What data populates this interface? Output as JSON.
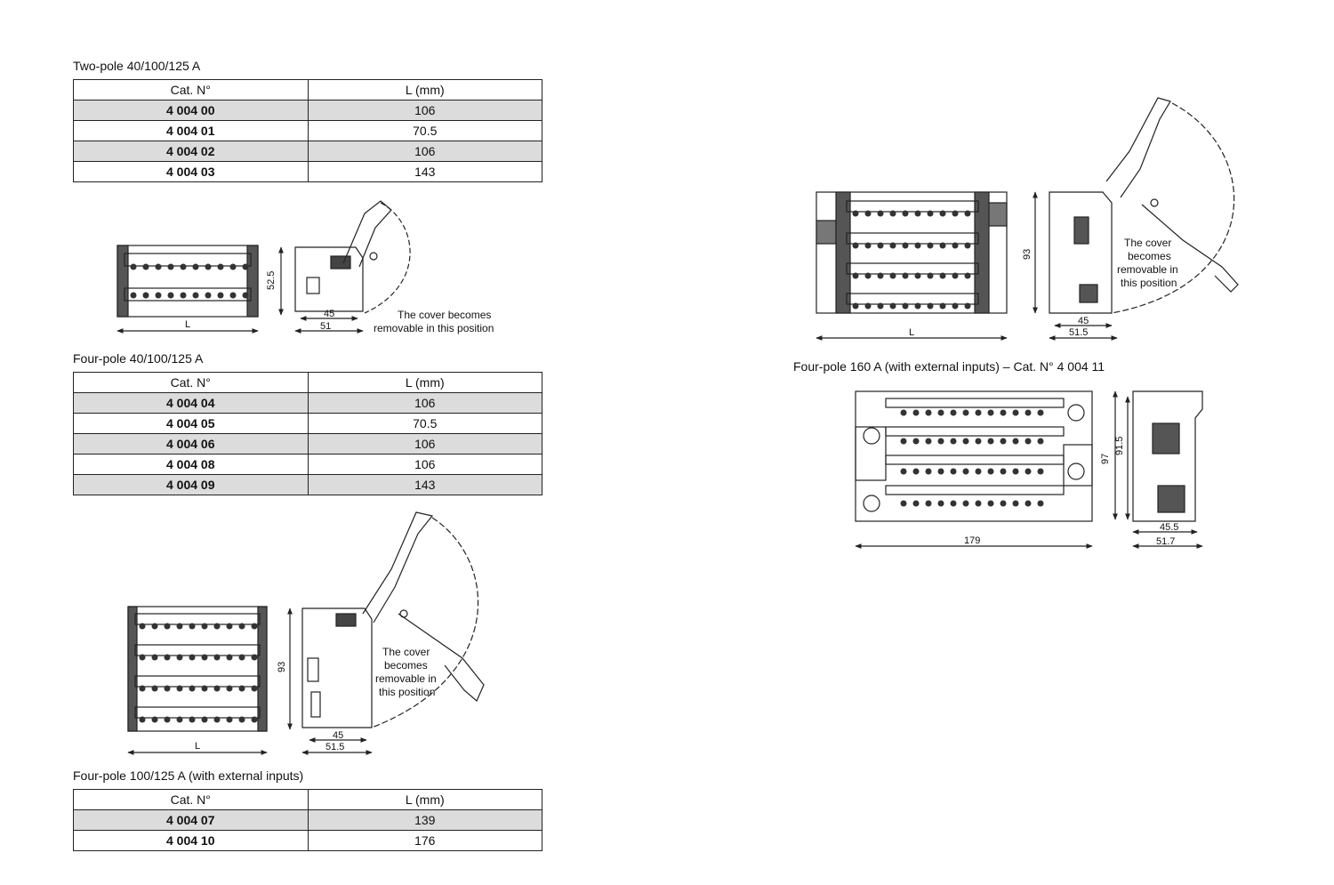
{
  "header_cat": "Cat. N°",
  "header_len": "L (mm)",
  "sections": [
    {
      "title": "Two-pole 40/100/125 A",
      "rows": [
        {
          "cat": "4 004 00",
          "len": "106"
        },
        {
          "cat": "4 004 01",
          "len": "70.5"
        },
        {
          "cat": "4 004 02",
          "len": "106"
        },
        {
          "cat": "4 004 03",
          "len": "143"
        }
      ]
    },
    {
      "title": "Four-pole 40/100/125 A",
      "rows": [
        {
          "cat": "4 004 04",
          "len": "106"
        },
        {
          "cat": "4 004 05",
          "len": "70.5"
        },
        {
          "cat": "4 004 06",
          "len": "106"
        },
        {
          "cat": "4 004 08",
          "len": "106"
        },
        {
          "cat": "4 004 09",
          "len": "143"
        }
      ]
    },
    {
      "title": "Four-pole 100/125 A (with external inputs)",
      "rows": [
        {
          "cat": "4 004 07",
          "len": "139"
        },
        {
          "cat": "4 004 10",
          "len": "176"
        }
      ]
    },
    {
      "title": "Four-pole 160 A (with external inputs) – Cat. N° 4 004 11"
    }
  ],
  "drawings": {
    "d1": {
      "height": "52.5",
      "w45": "45",
      "w51": "51",
      "L": "L",
      "note1": "The cover becomes",
      "note2": "removable in this position"
    },
    "d2": {
      "height": "93",
      "w45": "45",
      "w51": "51.5",
      "L": "L",
      "note1": "The cover",
      "note2": "becomes",
      "note3": "removable in",
      "note4": "this position"
    },
    "d3": {
      "height": "93",
      "w45": "45",
      "w51": "51.5",
      "L": "L",
      "note1": "The cover",
      "note2": "becomes",
      "note3": "removable in",
      "note4": "this position"
    },
    "d4": {
      "h97": "97",
      "h915": "91.5",
      "w179": "179",
      "w455": "45.5",
      "w517": "51.7"
    }
  }
}
